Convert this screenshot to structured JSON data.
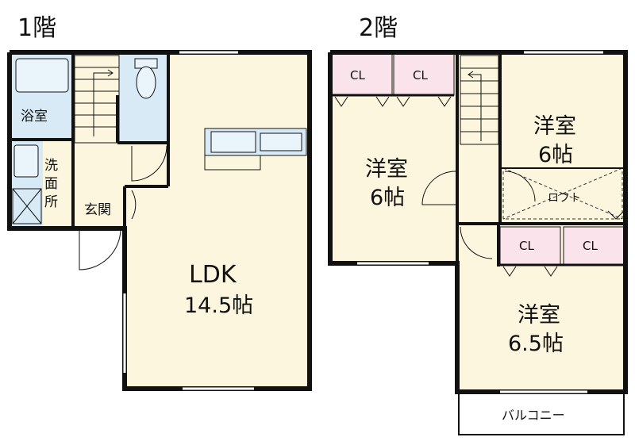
{
  "floors": [
    {
      "title": "1階",
      "rooms": {
        "bath": "浴室",
        "washroom": "洗\n面\n所",
        "entrance": "玄関",
        "ldk_name": "LDK",
        "ldk_size": "14.5帖"
      }
    },
    {
      "title": "2階",
      "rooms": {
        "room_left_name": "洋室",
        "room_left_size": "6帖",
        "room_topright_name": "洋室",
        "room_topright_size": "6帖",
        "loft": "ロフト",
        "room_bottom_name": "洋室",
        "room_bottom_size": "6.5帖",
        "balcony": "バルコニー",
        "closet": "CL"
      }
    }
  ],
  "colors": {
    "floor": "#fdf6de",
    "bath_tile": "#d7eaf6",
    "closet": "#fbe3ec",
    "wall": "#111111"
  }
}
